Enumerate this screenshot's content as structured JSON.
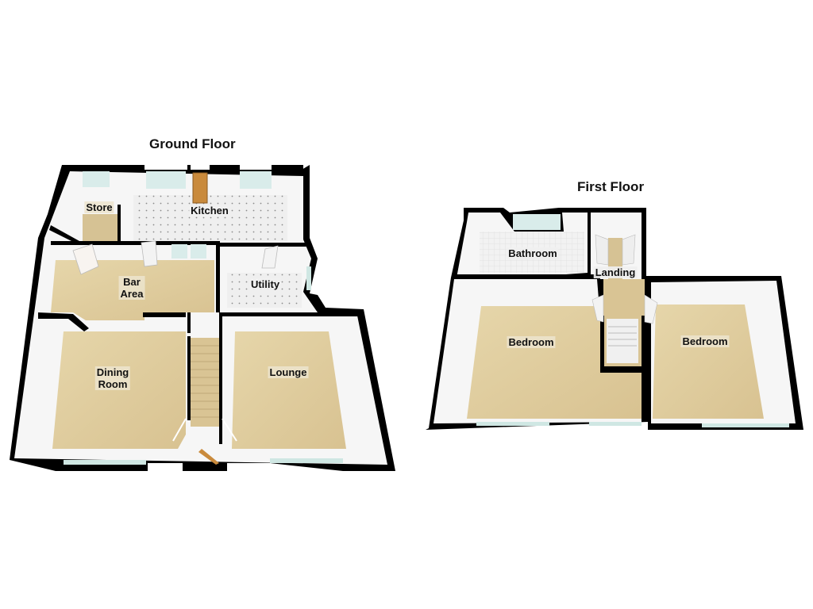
{
  "ground_floor": {
    "title": "Ground Floor",
    "rooms": [
      {
        "name": "Store"
      },
      {
        "name": "Kitchen"
      },
      {
        "name": "Bar\nArea"
      },
      {
        "name": "Utility"
      },
      {
        "name": "Dining\nRoom"
      },
      {
        "name": "Lounge"
      }
    ]
  },
  "first_floor": {
    "title": "First Floor",
    "rooms": [
      {
        "name": "Bathroom"
      },
      {
        "name": "Landing"
      },
      {
        "name": "Bedroom"
      },
      {
        "name": "Bedroom"
      }
    ]
  },
  "colors": {
    "wall": "#000000",
    "wall_inner": "#f4f4f4",
    "carpet": "#e2cf9f",
    "tile": "#ececec",
    "window": "#cfe7e3",
    "door_wood": "#c98a3c"
  }
}
